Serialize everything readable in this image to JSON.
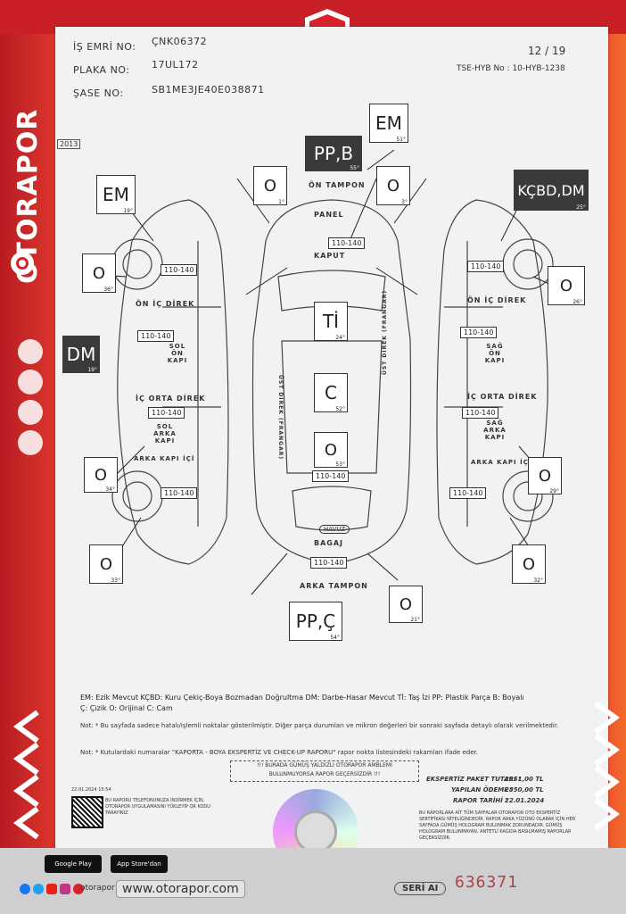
{
  "header": {
    "is_emri_label": "İŞ EMRİ NO:",
    "is_emri_value": "ÇNK06372",
    "plaka_label": "PLAKA NO:",
    "plaka_value": "17UL172",
    "sase_label": "ŞASE NO:",
    "sase_value": "SB1ME3JE40E038871",
    "page": "12 / 19",
    "tse_hyb": "TSE-HYB No : 10-HYB-1238",
    "year_tag": "2013"
  },
  "brand": {
    "name": "OTORAPOR",
    "website": "www.otorapor.com",
    "social_handle": "otorapor",
    "serial_label": "SERİ AI",
    "serial_number": "636371",
    "google_play": "Google Play",
    "app_store": "App Store'dan",
    "colors": {
      "red": "#d8232a",
      "dark": "#3a3a3d"
    }
  },
  "diagram": {
    "center_top_box": "PP,B",
    "center_top_deg": "55°",
    "on_tampon": "ÖN TAMPON",
    "panel": "PANEL",
    "kaput": "KAPUT",
    "em_top": "EM",
    "em_top_deg": "51°",
    "o_left_top": "O",
    "o_left_top_deg": "1°",
    "o_right_top": "O",
    "o_right_top_deg": "3°",
    "kaput_range": "110-140",
    "ti_box": "Tİ",
    "ti_deg": "24°",
    "c_box": "C",
    "c_deg": "52°",
    "roof_o_box": "O",
    "roof_o_deg": "53°",
    "roof_range": "110-140",
    "bagaj": "BAGAJ",
    "havuz": "HAVUZ",
    "bagaj_range": "110-140",
    "arka_tampon": "ARKA TAMPON",
    "rear_box": "PP,Ç",
    "rear_deg": "54°",
    "rear_o_box": "O",
    "rear_o_deg": "21°",
    "left_em": "EM",
    "left_em_deg": "19°",
    "left_o1": "O",
    "left_o1_deg": "36°",
    "left_range1": "110-140",
    "left_on_ic_direk": "ÖN İÇ DİREK",
    "left_range2": "110-140",
    "left_dm": "DM",
    "left_dm_deg": "19°",
    "left_on_kapi": "SOL ÖN KAPI",
    "left_ic_orta_direk": "İÇ ORTA DİREK",
    "left_range3": "110-140",
    "left_arka_kapi": "SOL ARKA KAPI",
    "left_arka_kapi_ic": "ARKA KAPI İÇİ",
    "left_o2": "O",
    "left_o2_deg": "34°",
    "left_range4": "110-140",
    "left_o3": "O",
    "left_o3_deg": "33°",
    "right_kcbd": "KÇBD,DM",
    "right_kcbd_deg": "25°",
    "right_range1": "110-140",
    "right_o1": "O",
    "right_o1_deg": "26°",
    "right_on_ic_direk": "ÖN İÇ DİREK",
    "right_range2": "110-140",
    "right_on_kapi": "SAĞ ÖN KAPI",
    "right_ic_orta_direk": "İÇ ORTA DİREK",
    "right_range3": "110-140",
    "right_arka_kapi": "SAĞ ARKA KAPI",
    "right_arka_kapi_ic": "ARKA KAPI İÇİ",
    "right_o2": "O",
    "right_o2_deg": "29°",
    "right_range4": "110-140",
    "right_o3": "O",
    "right_o3_deg": "32°",
    "ust_direk_left": "ÜST DİREK (FRANGAR)",
    "ust_direk_right": "ÜST DİREK (FRANGAR)"
  },
  "legend": {
    "line1": "EM: Ezik Mevcut  KÇBD: Kuru Çekiç-Boya Bozmadan Doğrultma  DM: Darbe-Hasar Mevcut  Tİ: Taş İzi  PP: Plastik Parça  B: Boyalı",
    "line2": "Ç: Çizik  O: Orijinal  C: Cam",
    "note1": "Not: * Bu sayfada sadece hatalı/işlemli noktalar gösterilmiştir. Diğer parça durumları ve mikron değerleri bir sonraki sayfada detaylı olarak verilmektedir.",
    "note2": "Not: * Kutulardaki numaralar \"KAPORTA - BOYA EKSPERTİZ VE CHECK-UP RAPORU\" rapor nokta listesindeki rakamları ifade eder.",
    "warning1": "!!! BURADA GÜMÜŞ YALDIZLI OTORAPOR AMBLEMİ",
    "warning2": "BULUNMUYORSA RAPOR GEÇERSİZDİR !!!"
  },
  "payment": {
    "ekspertiz_label": "EKSPERTİZ PAKET TUTARI :",
    "ekspertiz_value": "2851,00 TL",
    "odeme_label": "YAPILAN ÖDEME :",
    "odeme_value": "2850,00 TL",
    "tarih_label": "RAPOR TARİHİ :",
    "tarih_value": "22.01.2024",
    "disclaimer": "BU RAPORLARA AİT TÜM SAYFALAR OTORAPOR OTO EKSPERTİZ SERTİFİKASI NİTELİĞİNDEDİR. RAPOR ARKA YÜZÜNÜ OLARAK İÇİN HER SAYFADA GÜMÜŞ HOLOGRAM BULUNMAK ZORUNDADIR. GÜMÜŞ HOLOGRAM BULUNMAYAN, ANTETLİ KAĞIDA BASILMAMIŞ RAPORLAR GEÇERSİZDİR."
  },
  "qr": {
    "date": "22.01.2024 15:54",
    "text": "BU RAPORU TELEFONUNUZA İNDİRMEK İÇİN, OTORAPOR UYGULAMASINI YÜKLEYİP QR KODU TARAYINIZ"
  }
}
